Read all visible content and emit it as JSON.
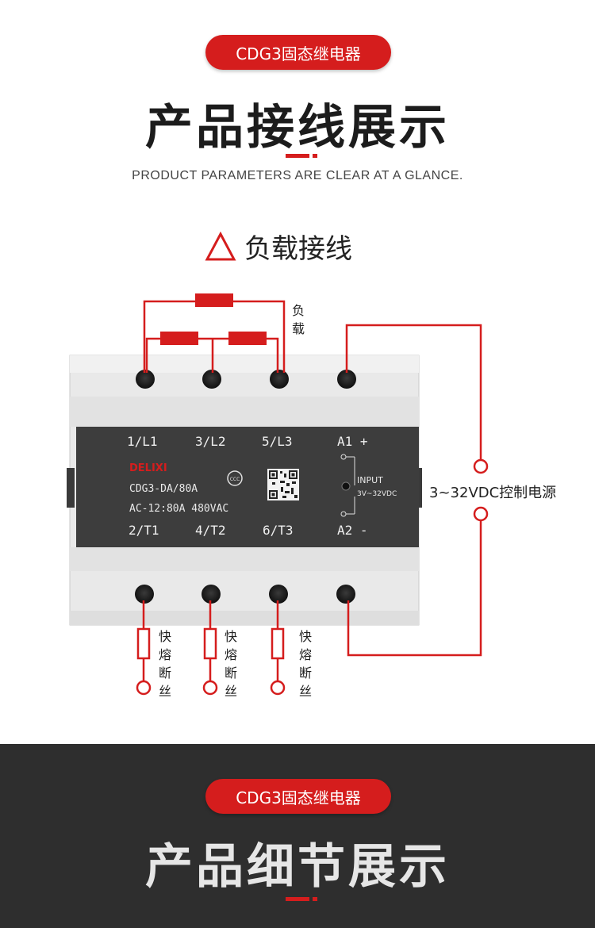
{
  "header": {
    "badge": "CDG3固态继电器",
    "title": "产品接线展示",
    "subtitle": "PRODUCT PARAMETERS ARE CLEAR AT A GLANCE."
  },
  "section": {
    "title": "负载接线"
  },
  "diagram": {
    "load_label": [
      "负",
      "载"
    ],
    "top_terminals": [
      "1/L1",
      "3/L2",
      "5/L3",
      "A1 +"
    ],
    "bottom_terminals": [
      "2/T1",
      "4/T2",
      "6/T3",
      "A2 -"
    ],
    "brand": "DELIXI",
    "model": "CDG3-DA/80A",
    "rating": "AC-12:80A 480VAC",
    "cert": "CCC",
    "input_label": "INPUT",
    "input_range": "3V~32VDC",
    "control_label": "3~32VDC控制电源",
    "fuse_label": [
      "快",
      "熔",
      "断",
      "丝"
    ],
    "accent_color": "#d51d1d"
  },
  "footer": {
    "badge": "CDG3固态继电器",
    "title": "产品细节展示"
  }
}
